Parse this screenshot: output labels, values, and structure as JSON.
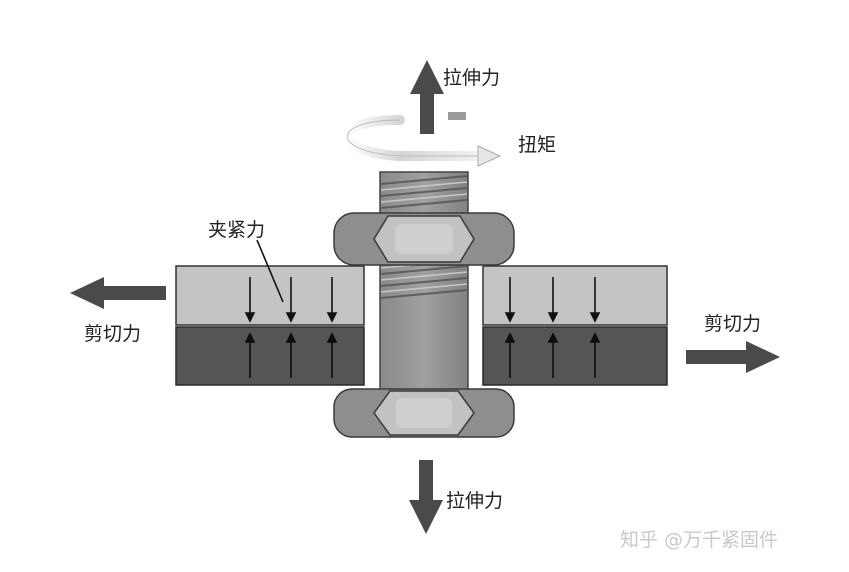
{
  "labels": {
    "tension_top": "拉伸力",
    "torque": "扭矩",
    "clamp_force": "夹紧力",
    "shear_left": "剪切力",
    "shear_right": "剪切力",
    "tension_bottom": "拉伸力"
  },
  "watermark": "知乎 @万千紧固件",
  "colors": {
    "upper_plate": "#c4c4c4",
    "lower_plate": "#555555",
    "nut": "#8e8e8e",
    "nut_face": "#c2c2c2",
    "bolt": "#8c8c8c",
    "arrow": "#4a4a4a"
  }
}
